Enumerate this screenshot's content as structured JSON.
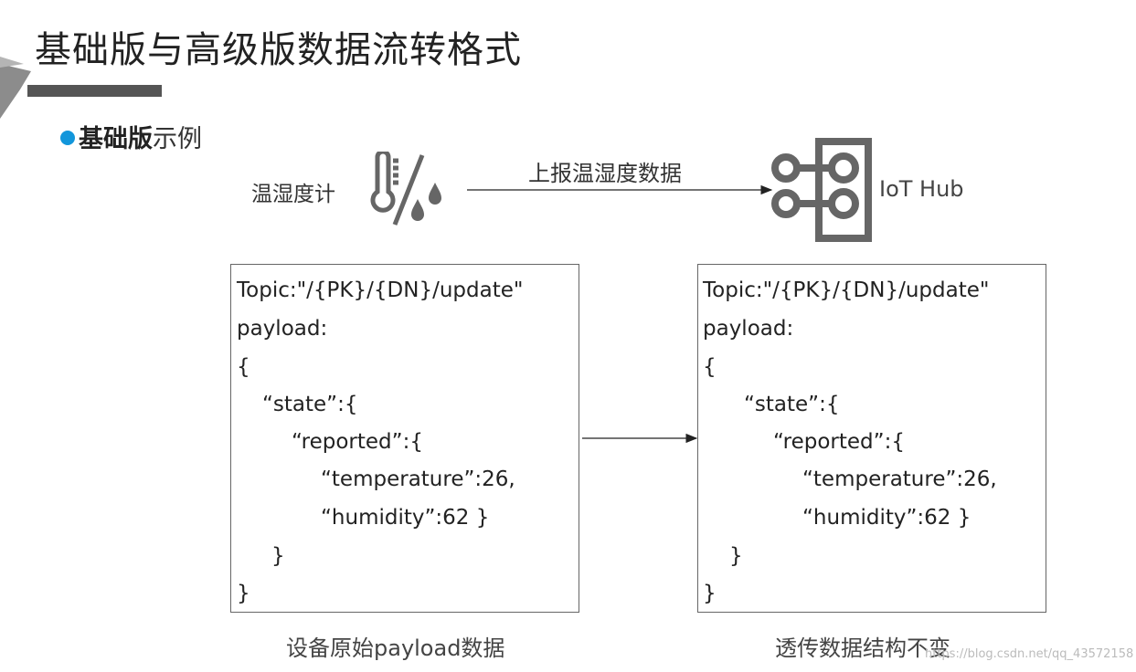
{
  "slide": {
    "title": "基础版与高级版数据流转格式",
    "bullet_bold": "基础版",
    "bullet_rest": "示例"
  },
  "device": {
    "label": "温湿度计",
    "icon": "thermometer-water-drops-icon"
  },
  "flow": {
    "report_label": "上报温湿度数据"
  },
  "hub": {
    "label": "IoT Hub",
    "icon": "iot-hub-icon"
  },
  "left_box": {
    "lines": [
      "Topic:\"/{PK}/{DN}/update\"",
      "payload:",
      "{",
      "“state”:{",
      "“reported”:{",
      "“temperature”:26,",
      "“humidity”:62 }",
      "}",
      "}"
    ],
    "caption": "设备原始payload数据"
  },
  "right_box": {
    "lines": [
      "Topic:\"/{PK}/{DN}/update\"",
      "payload:",
      "{",
      "“state”:{",
      "“reported”:{",
      "“temperature”:26,",
      "“humidity”:62 }",
      "}",
      "}"
    ],
    "caption": "透传数据结构不变"
  },
  "watermark": "https://blog.csdn.net/qq_43572158",
  "colors": {
    "bullet": "#1296db",
    "accent_bar": "#555555",
    "icon": "#666666"
  }
}
